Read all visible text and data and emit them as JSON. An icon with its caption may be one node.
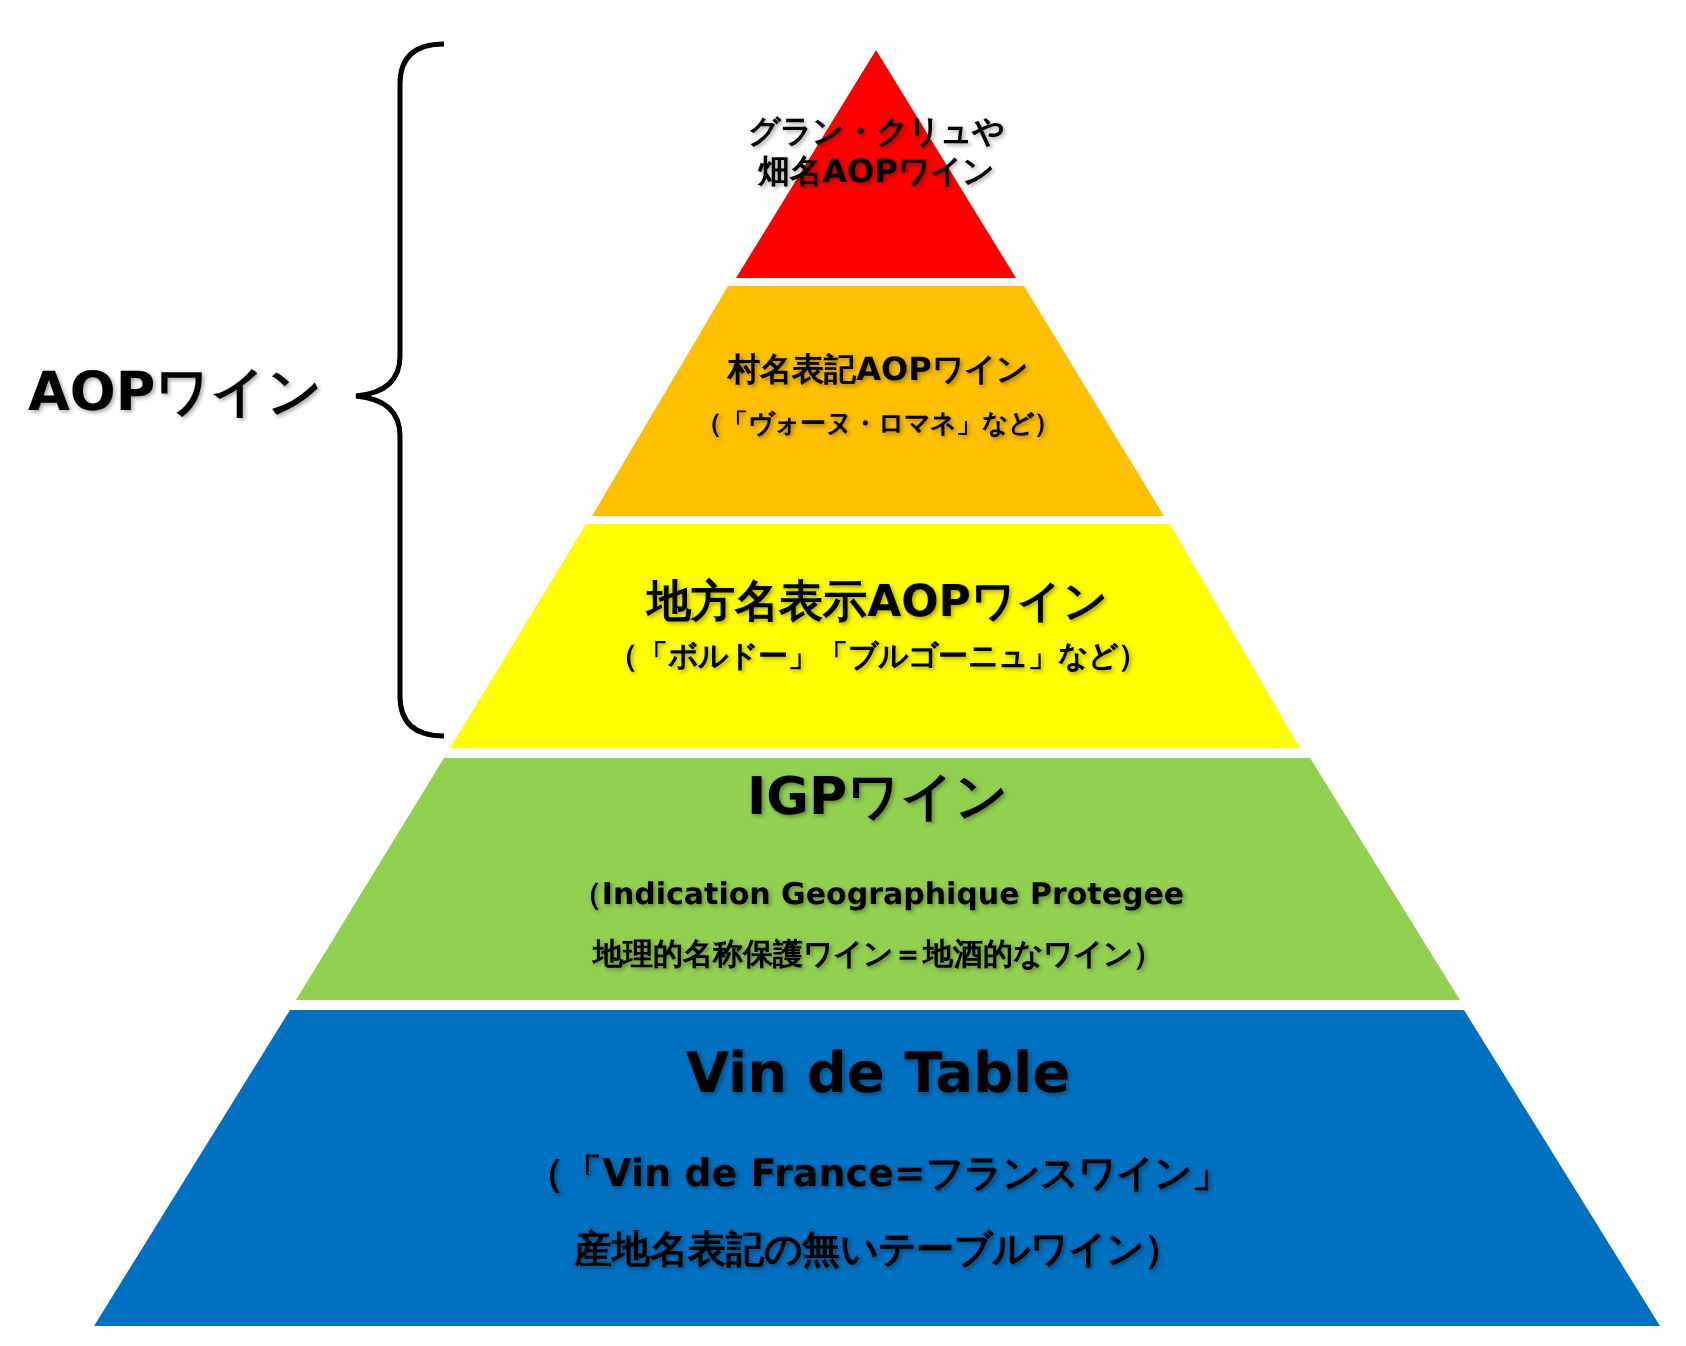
{
  "diagram": {
    "nodes": [
      {
        "text": [
          "グラン・クリュや畑名AOPワイン"
        ]
      },
      {
        "text": [
          "村名表記AOPワイン",
          "（「ヴォーヌ・ロマネ」など）"
        ]
      },
      {
        "text": [
          "地方名表示AOPワイン",
          "（「ボルドー」「ブルゴーニュ」など）"
        ]
      },
      {
        "text": [
          "IGPワイン",
          "（Indication Geographique Protegee 地理的名称保護ワイン＝地酒的なワイン）"
        ]
      },
      {
        "text": [
          "Vin de Table",
          "（「Vin de France=フランスワイン」産地名表記の無いテーブルワイン）"
        ]
      }
    ],
    "labels": [
      "AOPワイン"
    ]
  }
}
